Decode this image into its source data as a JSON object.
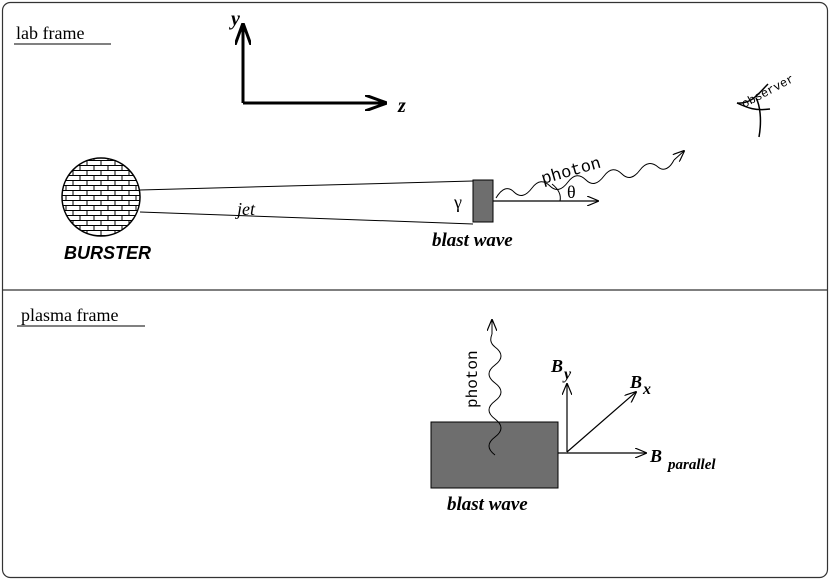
{
  "panels": {
    "top": {
      "label": "lab frame",
      "axes": {
        "y": "y",
        "z": "z"
      },
      "burster": "BURSTER",
      "jet": "jet",
      "gamma": "γ",
      "blast_wave": "blast wave",
      "photon": "photon",
      "theta": "θ",
      "observer": "observer"
    },
    "bottom": {
      "label": "plasma frame",
      "photon": "photon",
      "blast_wave": "blast wave",
      "b_y": "B",
      "b_y_sub": "y",
      "b_x": "B",
      "b_x_sub": "x",
      "b_parallel": "B",
      "b_parallel_sub": "parallel"
    }
  },
  "colors": {
    "ink": "#000000",
    "blast_fill": "#6e6e6e",
    "border": "#333333"
  }
}
